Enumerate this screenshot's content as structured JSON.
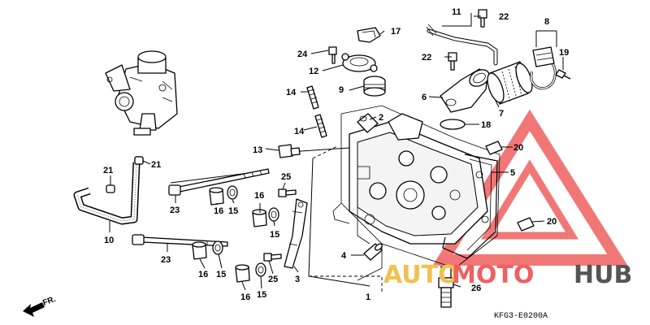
{
  "diagram": {
    "code": "KFG3-E0200A",
    "front_marker": "FR.",
    "callouts": [
      "1",
      "2",
      "3",
      "4",
      "5",
      "6",
      "7",
      "8",
      "9",
      "10",
      "11",
      "12",
      "13",
      "14",
      "15",
      "16",
      "17",
      "18",
      "19",
      "20",
      "21",
      "22",
      "23",
      "24",
      "25",
      "26"
    ]
  },
  "watermark": {
    "part1": "AUTO",
    "part2": "MOTO",
    "part3": "HUB",
    "colors": {
      "yellow": "#f0c050",
      "red": "#ef6060",
      "gray": "#555555"
    }
  }
}
